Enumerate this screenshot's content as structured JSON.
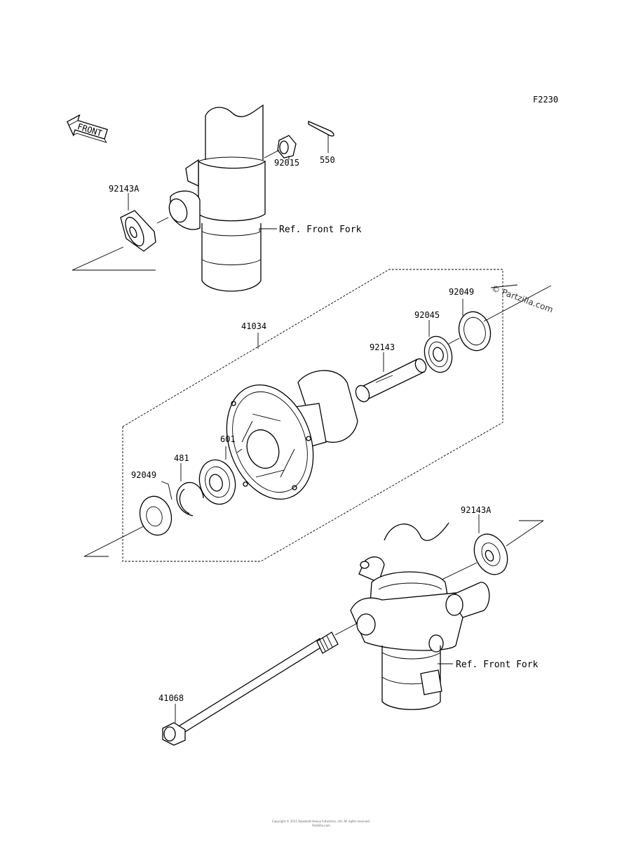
{
  "figure_code": "F2230",
  "front_arrow_label": "FRONT",
  "watermark": "© Partzilla.com",
  "footer_text": [
    "Copyright © 2011 Kawasaki Heavy Industries, Ltd. All rights reserved.",
    "Partzilla.com"
  ],
  "parts": [
    {
      "id": "p-92143A-top",
      "number": "92143A"
    },
    {
      "id": "p-92015",
      "number": "92015"
    },
    {
      "id": "p-550",
      "number": "550"
    },
    {
      "id": "p-41034",
      "number": "41034"
    },
    {
      "id": "p-92049-right",
      "number": "92049"
    },
    {
      "id": "p-92045",
      "number": "92045"
    },
    {
      "id": "p-92143",
      "number": "92143"
    },
    {
      "id": "p-601",
      "number": "601"
    },
    {
      "id": "p-481",
      "number": "481"
    },
    {
      "id": "p-92049-left",
      "number": "92049"
    },
    {
      "id": "p-92143A-bottom",
      "number": "92143A"
    },
    {
      "id": "p-41068",
      "number": "41068"
    }
  ],
  "references": [
    {
      "id": "ref-top",
      "text": "Ref. Front Fork"
    },
    {
      "id": "ref-bottom",
      "text": "Ref. Front Fork"
    }
  ]
}
